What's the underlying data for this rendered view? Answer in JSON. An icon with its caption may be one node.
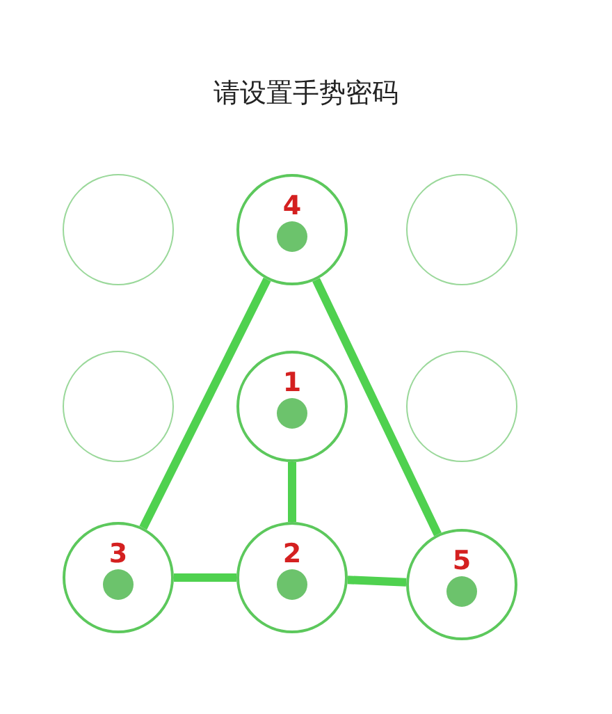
{
  "diagram": {
    "title": "请设置手势密码",
    "nodes": [
      {
        "text": [],
        "shape": "circle"
      },
      {
        "text": [
          "4"
        ]
      },
      {
        "text": [],
        "shape": "circle"
      },
      {
        "text": [],
        "shape": "circle"
      },
      {
        "text": [
          "1"
        ]
      },
      {
        "text": [],
        "shape": "circle"
      },
      {
        "text": [
          "3"
        ]
      },
      {
        "text": [
          "2"
        ]
      },
      {
        "text": [
          "5"
        ]
      }
    ],
    "edges": [
      {
        "from": 4,
        "to": 7,
        "arrow": "none"
      },
      {
        "from": 7,
        "to": 6,
        "arrow": "none"
      },
      {
        "from": 6,
        "to": 1,
        "arrow": "none"
      },
      {
        "from": 1,
        "to": 8,
        "arrow": "none"
      },
      {
        "from": 7,
        "to": 8,
        "arrow": "none"
      }
    ]
  }
}
